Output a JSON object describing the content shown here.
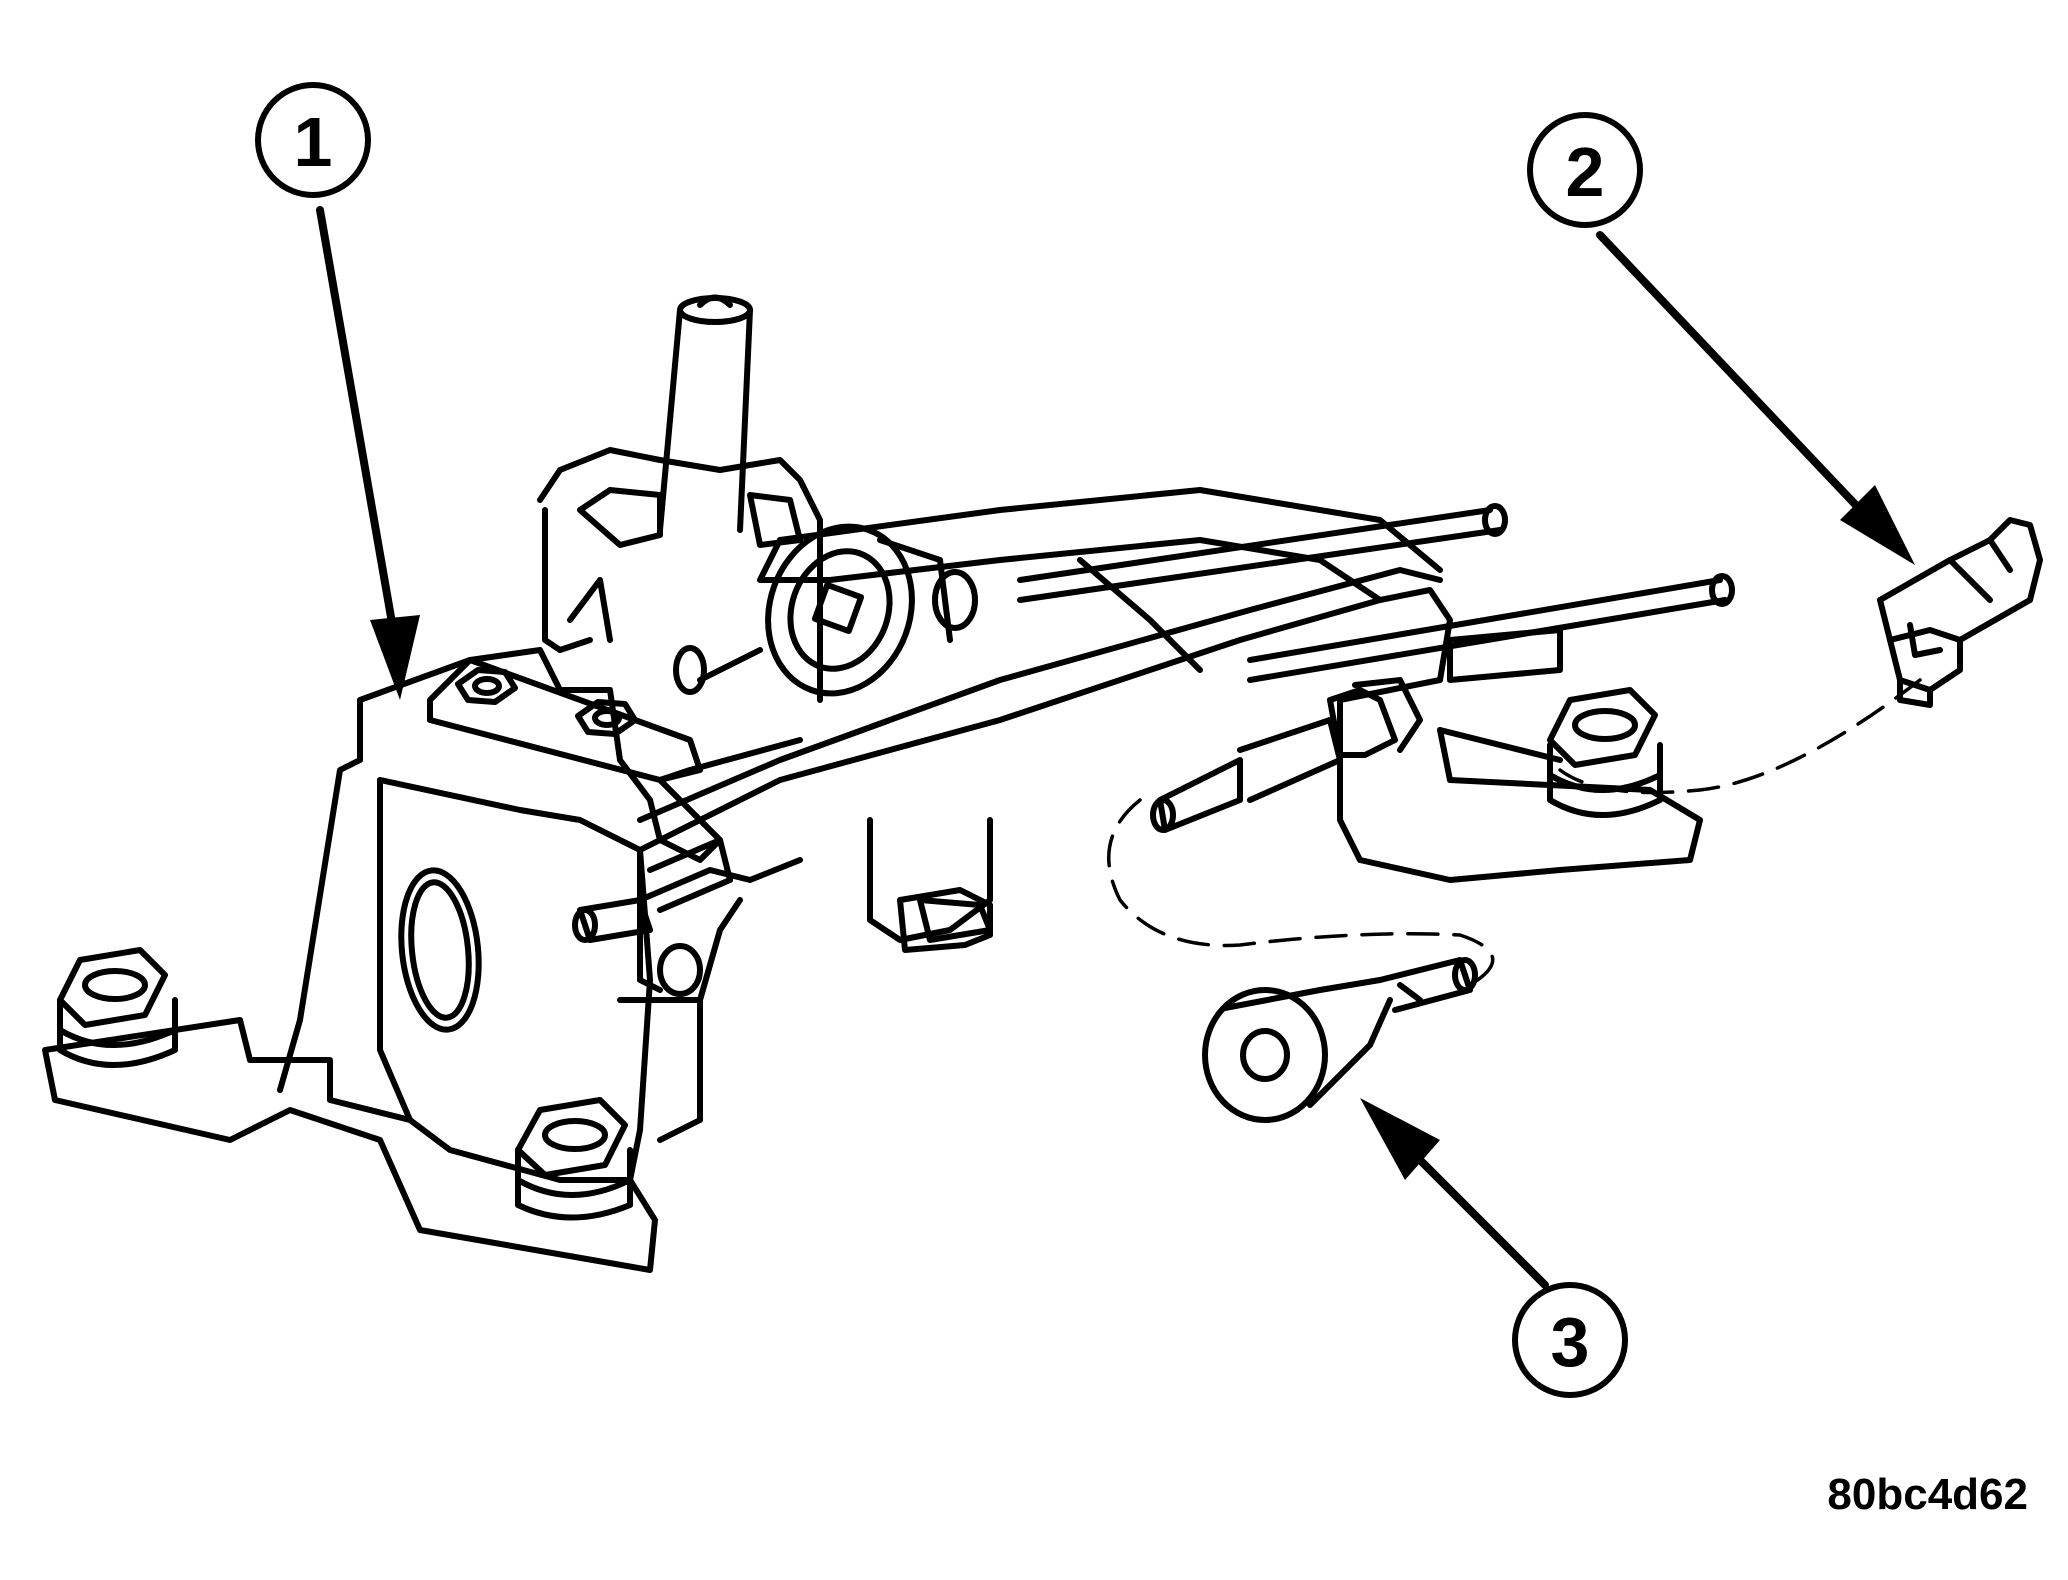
{
  "callouts": [
    {
      "id": "1",
      "label": "1"
    },
    {
      "id": "2",
      "label": "2"
    },
    {
      "id": "3",
      "label": "3"
    }
  ],
  "figure_id": "80bc4d62",
  "colors": {
    "ink": "#000000",
    "paper": "#ffffff"
  }
}
